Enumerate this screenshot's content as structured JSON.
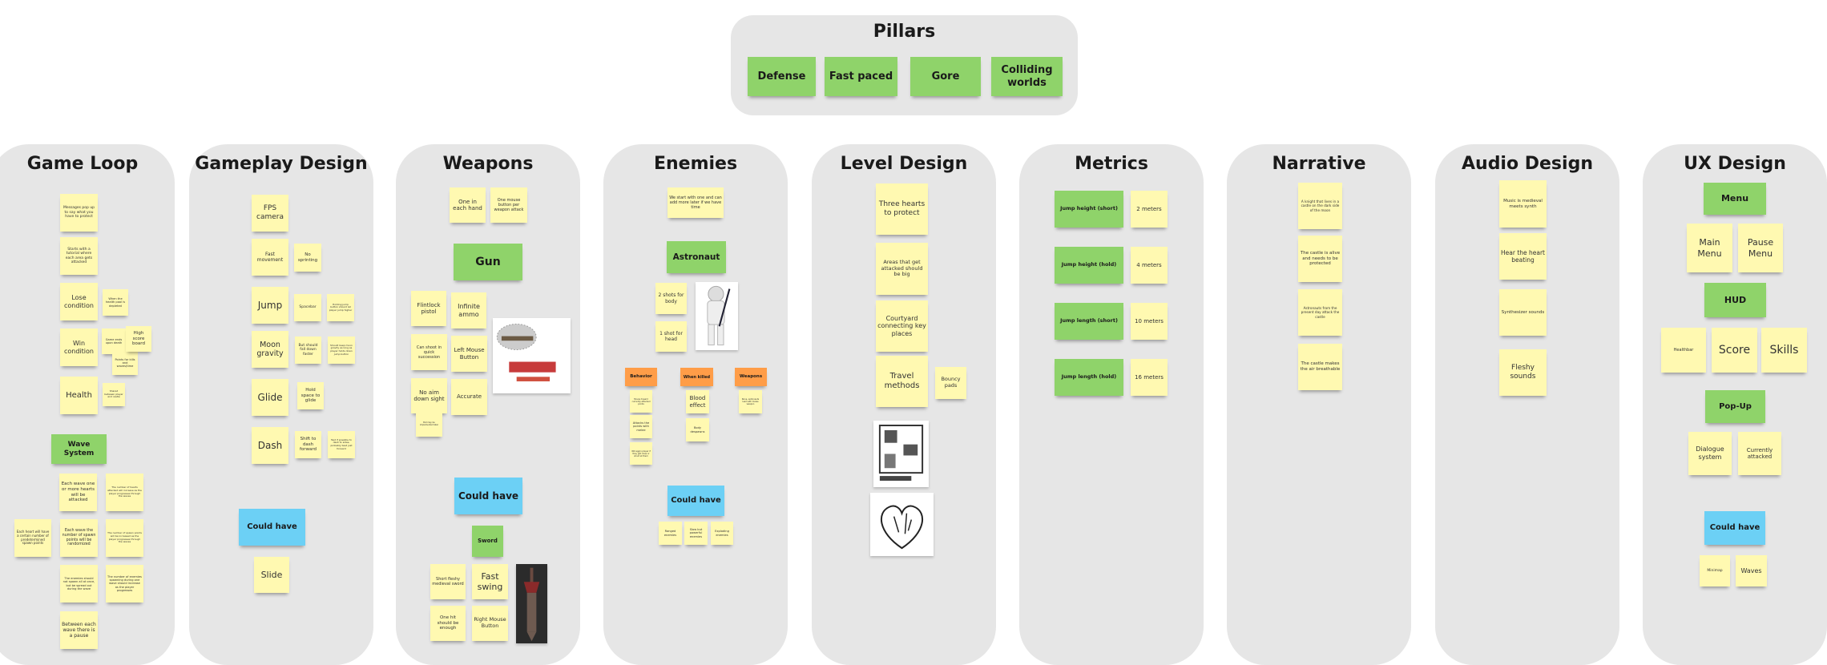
{
  "colors": {
    "yellow": "#fff9b1",
    "green": "#8fd36a",
    "blue": "#6cd0f5",
    "orange": "#ff9d48",
    "frame": "#e6e6e6"
  },
  "pillars": {
    "title": "Pillars",
    "items": [
      "Defense",
      "Fast paced",
      "Gore",
      "Colliding worlds"
    ]
  },
  "columns": [
    {
      "title": "Game Loop",
      "notes": [
        {
          "text": "Messages pop up to say what you have to protect",
          "color": "yellow"
        },
        {
          "text": "Starts with a tutorial where each area gets attacked",
          "color": "yellow"
        },
        {
          "text": "Lose condition",
          "color": "yellow"
        },
        {
          "text": "When the health pool is depleted",
          "color": "yellow"
        },
        {
          "text": "Win condition",
          "color": "yellow"
        },
        {
          "text": "Game ends upon death",
          "color": "yellow"
        },
        {
          "text": "Points for kills and waves/time",
          "color": "yellow"
        },
        {
          "text": "High score board",
          "color": "yellow"
        },
        {
          "text": "Health",
          "color": "yellow"
        },
        {
          "text": "Shared between player and castle",
          "color": "yellow"
        },
        {
          "text": "Wave System",
          "color": "green"
        },
        {
          "text": "Each wave one or more hearts will be attacked",
          "color": "yellow"
        },
        {
          "text": "The number of hearts attacked will increase as the player progresses through the waves",
          "color": "yellow"
        },
        {
          "text": "Each heart will have a certain number of predetermined spawn points",
          "color": "yellow"
        },
        {
          "text": "Each wave the number of spawn points will be randomized",
          "color": "yellow"
        },
        {
          "text": "The number of spawn points will be increased as the player progresses through the waves",
          "color": "yellow"
        },
        {
          "text": "The enemies should not spawn all at once, but be spread out during the wave",
          "color": "yellow"
        },
        {
          "text": "The number of enemies spawning during one wave should increase as the player progresses",
          "color": "yellow"
        },
        {
          "text": "Between each wave there is a pause",
          "color": "yellow"
        }
      ]
    },
    {
      "title": "Gameplay Design",
      "notes": [
        {
          "text": "FPS camera",
          "color": "yellow"
        },
        {
          "text": "Fast movement",
          "color": "yellow"
        },
        {
          "text": "No sprinting",
          "color": "yellow"
        },
        {
          "text": "Jump",
          "color": "yellow"
        },
        {
          "text": "Spacebar",
          "color": "yellow"
        },
        {
          "text": "Holding jump button should let player jump higher",
          "color": "yellow"
        },
        {
          "text": "Moon gravity",
          "color": "yellow"
        },
        {
          "text": "But should fall down faster",
          "color": "yellow"
        },
        {
          "text": "Should keep moon gravity as long as player holds down jump button",
          "color": "yellow"
        },
        {
          "text": "Glide",
          "color": "yellow"
        },
        {
          "text": "Hold space to glide",
          "color": "yellow"
        },
        {
          "text": "Dash",
          "color": "yellow"
        },
        {
          "text": "Shift to dash forward",
          "color": "yellow"
        },
        {
          "text": "Test if possible to dash to sides, probably best just forward",
          "color": "yellow"
        },
        {
          "text": "Could have",
          "color": "blue"
        },
        {
          "text": "Slide",
          "color": "yellow"
        }
      ]
    },
    {
      "title": "Weapons",
      "notes": [
        {
          "text": "One in each hand",
          "color": "yellow"
        },
        {
          "text": "One mouse button per weapon attack",
          "color": "yellow"
        },
        {
          "text": "Gun",
          "color": "green"
        },
        {
          "text": "Flintlock pistol",
          "color": "yellow"
        },
        {
          "text": "Infinite ammo",
          "color": "yellow"
        },
        {
          "text": "Can shoot in quick succession",
          "color": "yellow"
        },
        {
          "text": "Left Mouse Button",
          "color": "yellow"
        },
        {
          "text": "No aim down sight",
          "color": "yellow"
        },
        {
          "text": "Accurate",
          "color": "yellow"
        },
        {
          "text": "But may be implemented later",
          "color": "yellow"
        },
        {
          "image": "flintlock-pistol-sketch"
        },
        {
          "text": "Could have",
          "color": "blue"
        },
        {
          "text": "Sword",
          "color": "green"
        },
        {
          "text": "Short fleshy medieval sword",
          "color": "yellow"
        },
        {
          "text": "Fast swing",
          "color": "yellow"
        },
        {
          "text": "One hit should be enough",
          "color": "yellow"
        },
        {
          "text": "Right Mouse Button",
          "color": "yellow"
        },
        {
          "image": "flesh-sword-render"
        }
      ]
    },
    {
      "title": "Enemies",
      "notes": [
        {
          "text": "We start with one and can add more later if we have time",
          "color": "yellow"
        },
        {
          "text": "Astronaut",
          "color": "green"
        },
        {
          "text": "2 shots for body",
          "color": "yellow"
        },
        {
          "text": "1 shot for head",
          "color": "yellow"
        },
        {
          "image": "astronaut-concept"
        },
        {
          "text": "Behavior",
          "color": "orange"
        },
        {
          "text": "When killed",
          "color": "orange"
        },
        {
          "text": "Weapons",
          "color": "orange"
        },
        {
          "text": "Moves toward currently attacked points",
          "color": "yellow"
        },
        {
          "text": "Attacks the points with melee",
          "color": "yellow"
        },
        {
          "text": "Will aggro player if they get close or shoot at them",
          "color": "yellow"
        },
        {
          "text": "Blood effect",
          "color": "yellow"
        },
        {
          "text": "Body despawns",
          "color": "yellow"
        },
        {
          "text": "None, astronauts lead with melee weapon",
          "color": "yellow"
        },
        {
          "text": "Could have",
          "color": "blue"
        },
        {
          "text": "Ranged enemies",
          "color": "yellow"
        },
        {
          "text": "Slow but powerful enemies",
          "color": "yellow"
        },
        {
          "text": "Exploding enemies",
          "color": "yellow"
        }
      ]
    },
    {
      "title": "Level Design",
      "notes": [
        {
          "text": "Three hearts to protect",
          "color": "yellow"
        },
        {
          "text": "Areas that get attacked should be big",
          "color": "yellow"
        },
        {
          "text": "Courtyard connecting key places",
          "color": "yellow"
        },
        {
          "text": "Travel methods",
          "color": "yellow"
        },
        {
          "text": "Bouncy pads",
          "color": "yellow"
        },
        {
          "image": "castle-map-sketch"
        },
        {
          "image": "heart-sketch"
        }
      ]
    },
    {
      "title": "Metrics",
      "notes": [
        {
          "text": "Jump height (short)",
          "color": "green"
        },
        {
          "text": "2 meters",
          "color": "yellow"
        },
        {
          "text": "Jump height (hold)",
          "color": "green"
        },
        {
          "text": "4 meters",
          "color": "yellow"
        },
        {
          "text": "Jump length (short)",
          "color": "green"
        },
        {
          "text": "10 meters",
          "color": "yellow"
        },
        {
          "text": "Jump length (hold)",
          "color": "green"
        },
        {
          "text": "16 meters",
          "color": "yellow"
        }
      ]
    },
    {
      "title": "Narrative",
      "notes": [
        {
          "text": "A knight that lives in a castle on the dark side of the moon",
          "color": "yellow"
        },
        {
          "text": "The castle is alive and needs to be protected",
          "color": "yellow"
        },
        {
          "text": "Astronauts from the present day attack the castle",
          "color": "yellow"
        },
        {
          "text": "The castle makes the air breathable",
          "color": "yellow"
        }
      ]
    },
    {
      "title": "Audio Design",
      "notes": [
        {
          "text": "Music is medieval meets synth",
          "color": "yellow"
        },
        {
          "text": "Hear the heart beating",
          "color": "yellow"
        },
        {
          "text": "Synthesizer sounds",
          "color": "yellow"
        },
        {
          "text": "Fleshy sounds",
          "color": "yellow"
        }
      ]
    },
    {
      "title": "UX Design",
      "notes": [
        {
          "text": "Menu",
          "color": "green"
        },
        {
          "text": "Main Menu",
          "color": "yellow"
        },
        {
          "text": "Pause Menu",
          "color": "yellow"
        },
        {
          "text": "HUD",
          "color": "green"
        },
        {
          "text": "Healthbar",
          "color": "yellow"
        },
        {
          "text": "Score",
          "color": "yellow"
        },
        {
          "text": "Skills",
          "color": "yellow"
        },
        {
          "text": "Pop-Up",
          "color": "green"
        },
        {
          "text": "Dialogue system",
          "color": "yellow"
        },
        {
          "text": "Currently attacked",
          "color": "yellow"
        },
        {
          "text": "Could have",
          "color": "blue"
        },
        {
          "text": "Minimap",
          "color": "yellow"
        },
        {
          "text": "Waves",
          "color": "yellow"
        }
      ]
    }
  ]
}
